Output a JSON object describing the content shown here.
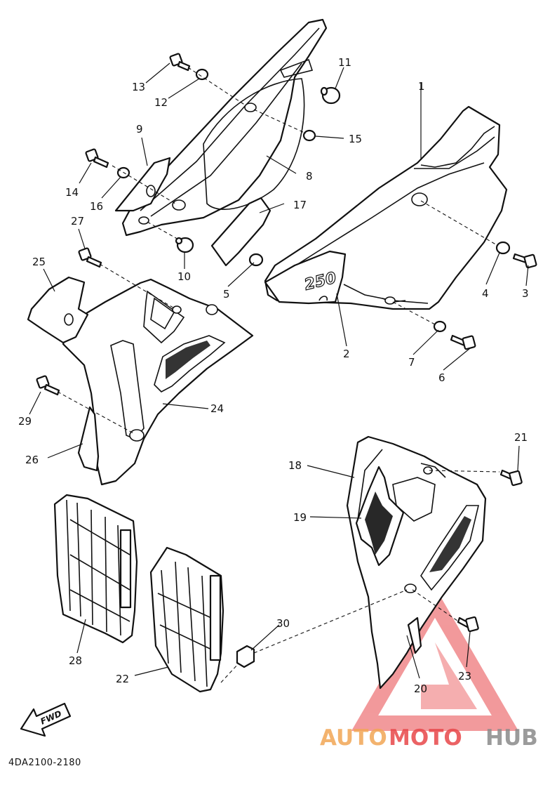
{
  "diagram": {
    "part_labels": [
      "1",
      "2",
      "3",
      "4",
      "5",
      "6",
      "7",
      "8",
      "9",
      "10",
      "11",
      "12",
      "13",
      "14",
      "15",
      "16",
      "17",
      "18",
      "19",
      "20",
      "21",
      "22",
      "23",
      "24",
      "25",
      "26",
      "27",
      "28",
      "29",
      "30"
    ],
    "fwd_label": "FWD",
    "decal_text": "250",
    "diagram_code": "4DA2100-2180"
  },
  "watermark": {
    "brand_part1": "AUTO",
    "brand_part2": "MOTO",
    "brand_part3": "HUB",
    "color_red": "#e8474a",
    "color_orange": "#f2a655",
    "color_gray": "#8a8a8a"
  }
}
